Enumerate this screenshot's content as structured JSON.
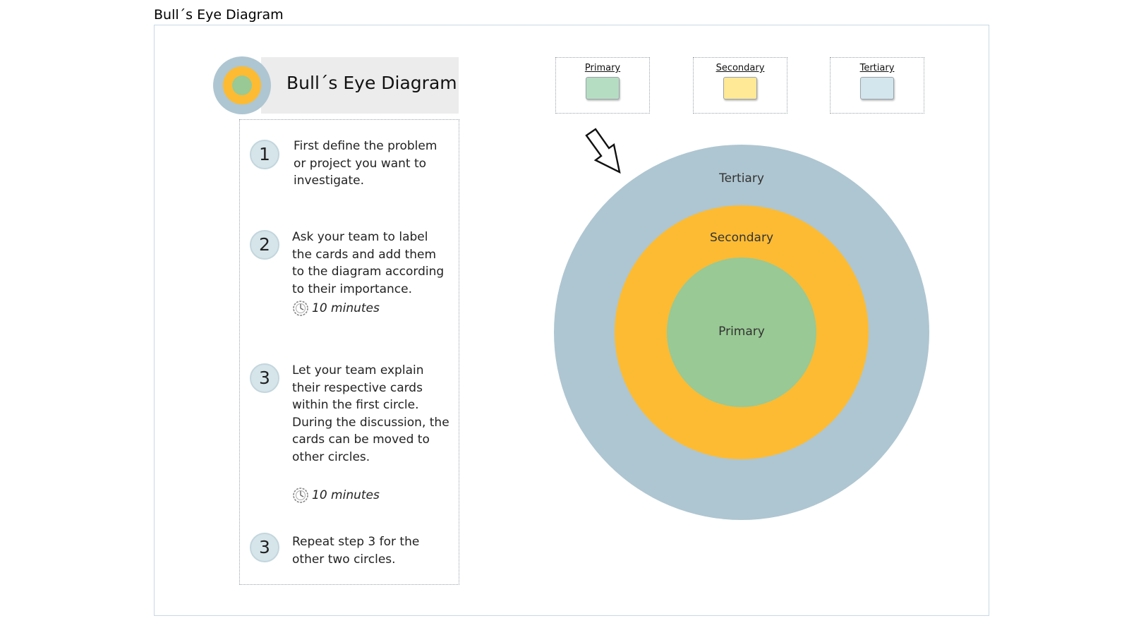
{
  "page": {
    "title": "Bull´s Eye Diagram"
  },
  "header": {
    "title": "Bull´s Eye Diagram"
  },
  "steps": [
    {
      "number": "1",
      "text": "First define the problem or project you want to investigate."
    },
    {
      "number": "2",
      "text": "Ask your team to label the cards and add them to the diagram according to their importance.",
      "timer": "10 minutes"
    },
    {
      "number": "3",
      "text": "Let your team explain their respective cards within the first circle. During the discussion, the cards can be moved to other circles.",
      "timer": "10 minutes"
    },
    {
      "number": "3",
      "text": "Repeat step 3 for the other two circles."
    }
  ],
  "legend": [
    {
      "label": "Primary",
      "color": "#b5ddc2"
    },
    {
      "label": "Secondary",
      "color": "#ffe996"
    },
    {
      "label": "Tertiary",
      "color": "#d3e6ee"
    }
  ],
  "bullseye": {
    "rings": [
      {
        "label": "Tertiary",
        "color": "#aec6d1"
      },
      {
        "label": "Secondary",
        "color": "#fcbb33"
      },
      {
        "label": "Primary",
        "color": "#99c994"
      }
    ]
  },
  "icons": {
    "logo": "bullseye-icon",
    "timer": "clock-icon",
    "pointer": "arrow-icon"
  }
}
